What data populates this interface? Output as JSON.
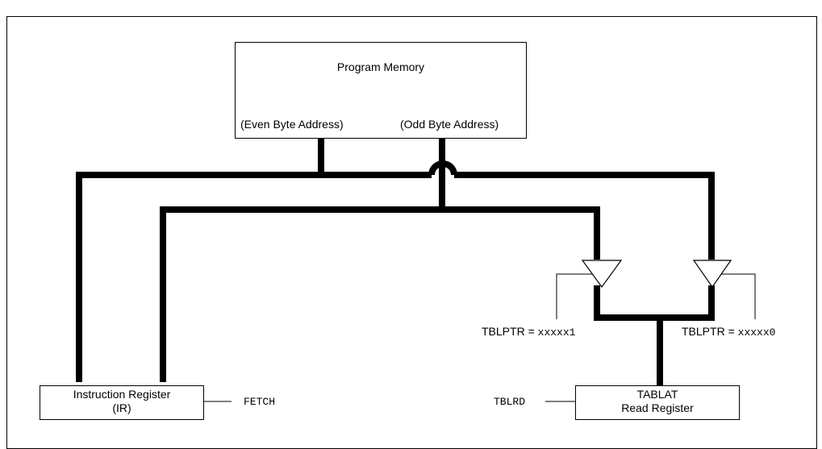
{
  "program_memory": {
    "title": "Program Memory",
    "even_label": "(Even Byte Address)",
    "odd_label": "(Odd Byte Address)"
  },
  "instruction_register": {
    "line1": "Instruction Register",
    "line2": "(IR)",
    "signal": "FETCH"
  },
  "tablat": {
    "line1": "TABLAT",
    "line2": "Read Register",
    "signal": "TBLRD"
  },
  "buffers": {
    "left_label_prefix": "TBLPTR = ",
    "left_label_value": "xxxxx1",
    "right_label_prefix": "TBLPTR = ",
    "right_label_value": "xxxxx0"
  }
}
